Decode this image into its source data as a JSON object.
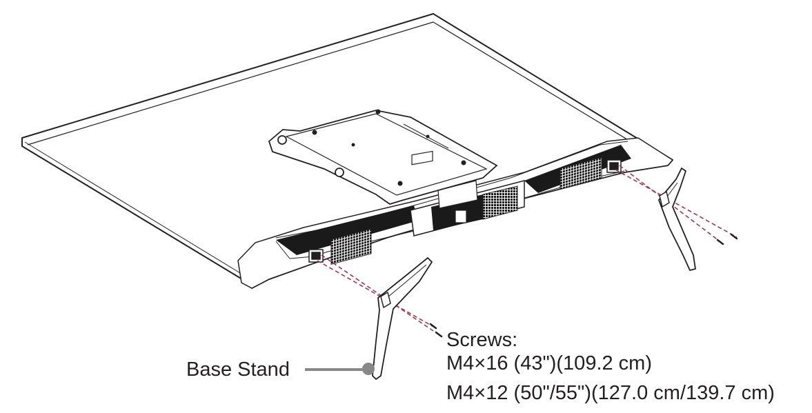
{
  "labels": {
    "base_stand": "Base Stand",
    "screws_title": "Screws:",
    "screws_line1": "M4×16 (43\")(109.2 cm)",
    "screws_line2": "M4×12 (50\"/55\")(127.0 cm/139.7 cm)"
  },
  "colors": {
    "line": "#231f20",
    "speaker_grille": "#1a1a1a",
    "guide_dash": "#9b3a4a",
    "callout": "#888888"
  }
}
